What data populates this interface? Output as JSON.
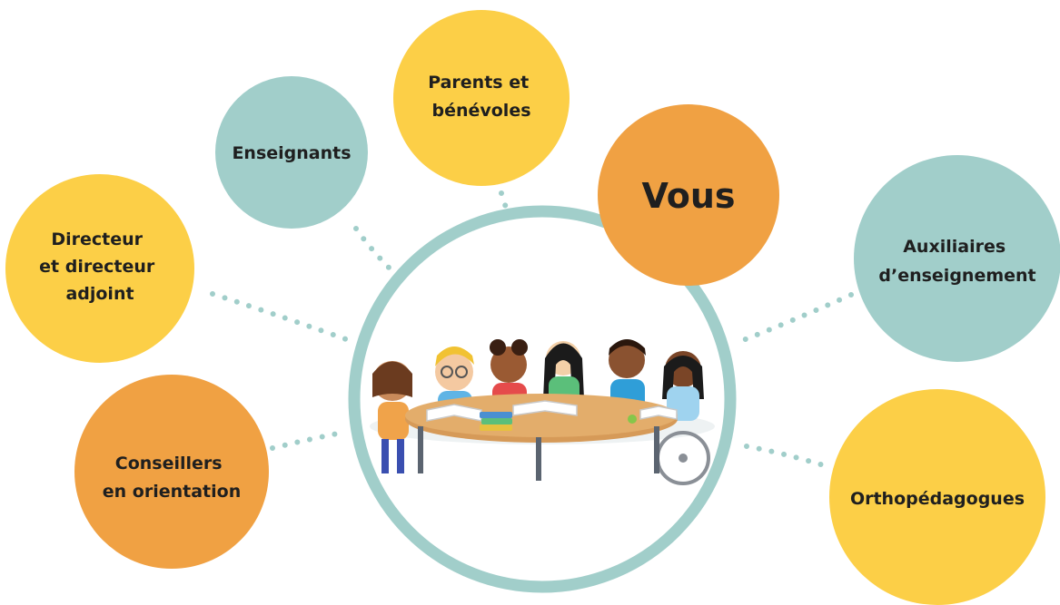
{
  "colors": {
    "yellow": "#FCCF47",
    "teal": "#A1CECA",
    "orange": "#F0A143",
    "hub_ring": "#A1CECA",
    "connector_dots": "#A1CECA",
    "text": "#1f1f1f"
  },
  "hub": {
    "illustration": "children-around-round-table-with-books"
  },
  "nodes": [
    {
      "id": "directeur",
      "lines": [
        "Directeur",
        "et directeur",
        "adjoint"
      ],
      "color": "yellow"
    },
    {
      "id": "enseignants",
      "lines": [
        "Enseignants"
      ],
      "color": "teal"
    },
    {
      "id": "parents",
      "lines": [
        "Parents et",
        "bénévoles"
      ],
      "color": "yellow"
    },
    {
      "id": "vous",
      "lines": [
        "Vous"
      ],
      "color": "orange"
    },
    {
      "id": "auxiliaires",
      "lines": [
        "Auxiliaires",
        "d’enseignement"
      ],
      "color": "teal"
    },
    {
      "id": "conseillers",
      "lines": [
        "Conseillers",
        "en orientation"
      ],
      "color": "orange"
    },
    {
      "id": "orthopedagogues",
      "lines": [
        "Orthopédagogues"
      ],
      "color": "yellow"
    }
  ]
}
